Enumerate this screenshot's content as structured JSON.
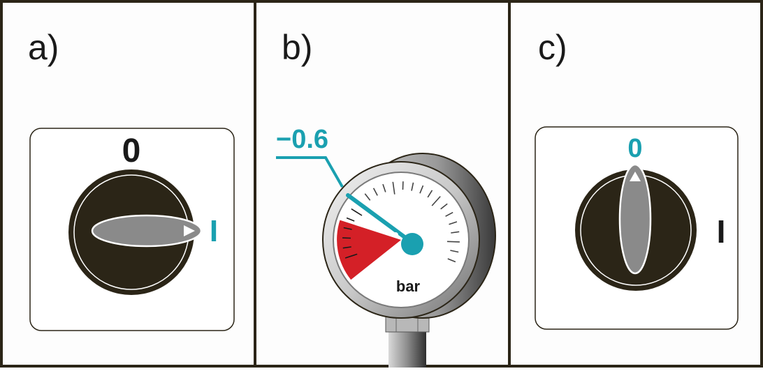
{
  "panels": [
    {
      "label": "a)",
      "switch": {
        "off_label": "0",
        "on_label": "I",
        "position": "I",
        "active_color": "#1aa0b0"
      }
    },
    {
      "label": "b)",
      "gauge": {
        "reading": "−0.6",
        "unit": "bar",
        "pointer_color": "#1aa0b0",
        "danger_color": "#d42027"
      }
    },
    {
      "label": "c)",
      "switch": {
        "off_label": "0",
        "on_label": "I",
        "position": "0",
        "active_color": "#1aa0b0"
      }
    }
  ],
  "colors": {
    "knob": "#2b2517",
    "border": "#2b2517",
    "handle": "#8a8a8a"
  }
}
